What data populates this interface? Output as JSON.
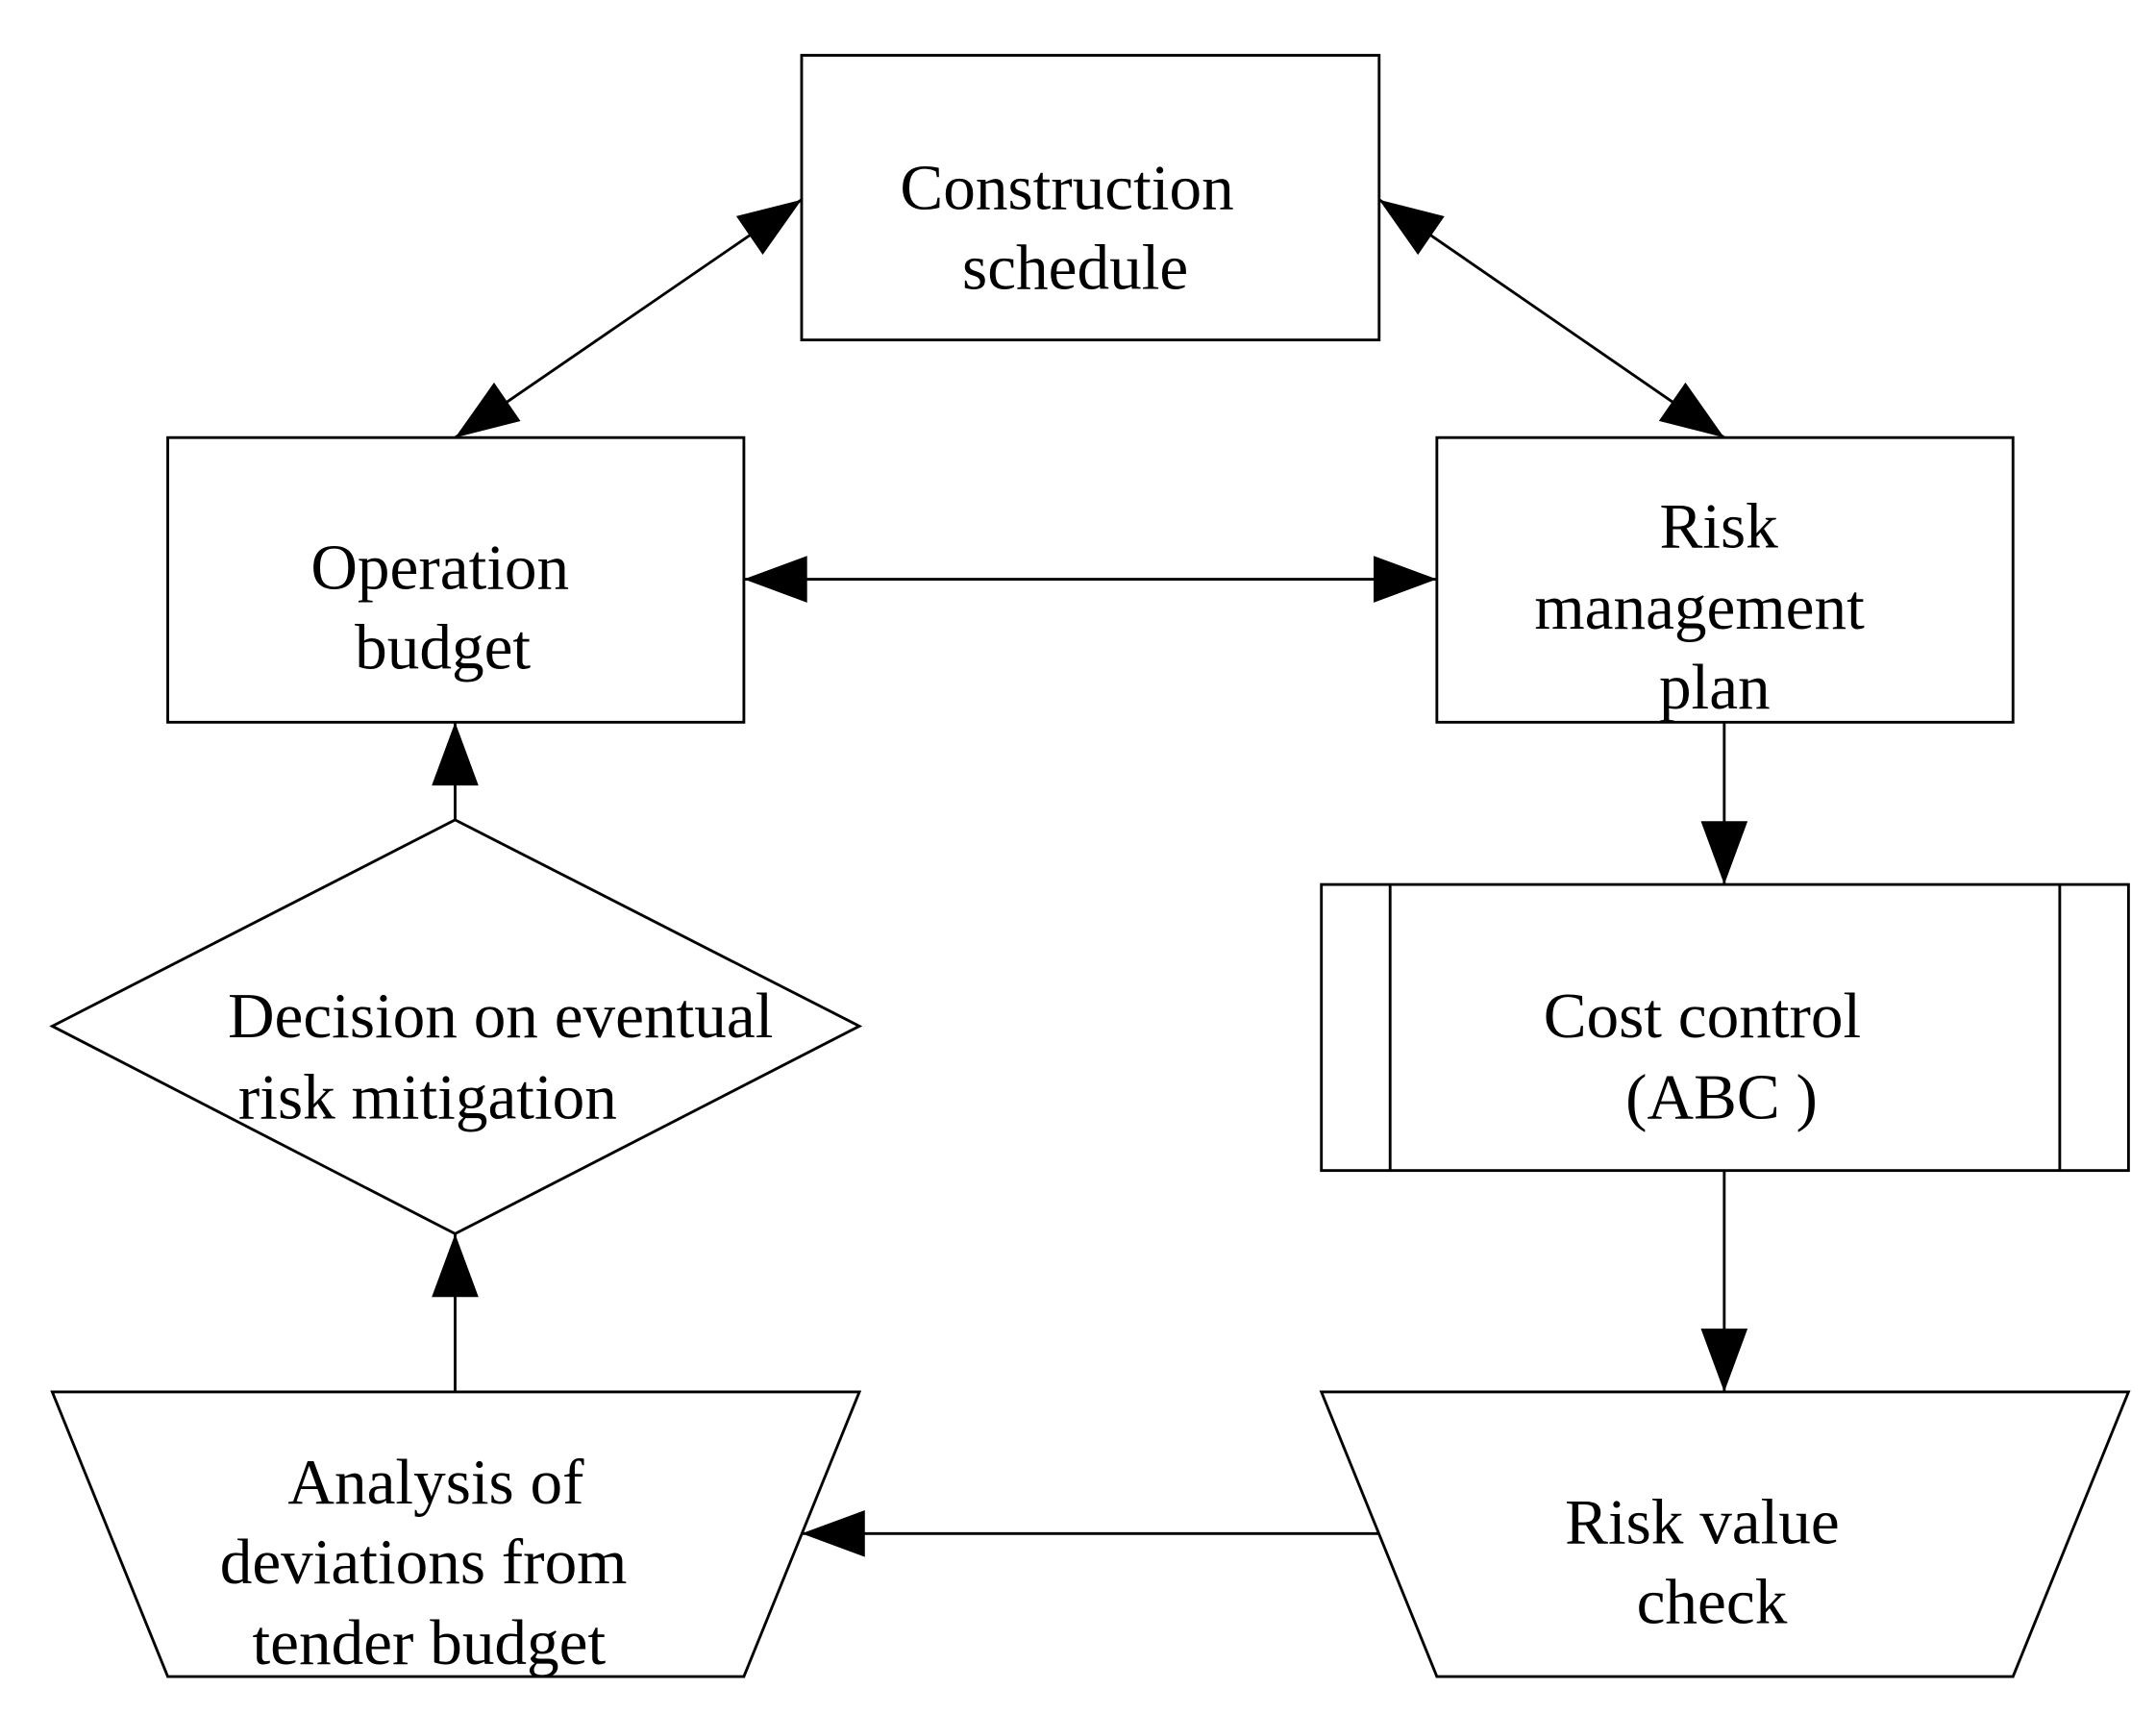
{
  "nodes": {
    "construction": {
      "lines": [
        "Construction",
        "schedule"
      ],
      "shape": "rectangle"
    },
    "operation": {
      "lines": [
        "Operation",
        "budget"
      ],
      "shape": "rectangle"
    },
    "risk_plan": {
      "lines": [
        "Risk",
        "management",
        "plan"
      ],
      "shape": "rectangle"
    },
    "cost_control": {
      "lines": [
        "Cost control",
        "(ABC )"
      ],
      "shape": "predefined-process"
    },
    "decision": {
      "lines": [
        "Decision on eventual",
        "risk mitigation"
      ],
      "shape": "diamond"
    },
    "analysis": {
      "lines": [
        "Analysis of",
        "deviations from",
        "tender budget"
      ],
      "shape": "trapezoid"
    },
    "risk_check": {
      "lines": [
        "Risk value",
        "check"
      ],
      "shape": "trapezoid"
    }
  },
  "edges": [
    {
      "from": "operation",
      "to": "construction",
      "bidirectional": true
    },
    {
      "from": "construction",
      "to": "risk_plan",
      "bidirectional": true
    },
    {
      "from": "operation",
      "to": "risk_plan",
      "bidirectional": true
    },
    {
      "from": "risk_plan",
      "to": "cost_control",
      "bidirectional": false
    },
    {
      "from": "cost_control",
      "to": "risk_check",
      "bidirectional": false
    },
    {
      "from": "risk_check",
      "to": "analysis",
      "bidirectional": false
    },
    {
      "from": "analysis",
      "to": "decision",
      "bidirectional": false
    },
    {
      "from": "decision",
      "to": "operation",
      "bidirectional": false
    }
  ],
  "colors": {
    "stroke": "#000000",
    "fill": "#ffffff"
  }
}
